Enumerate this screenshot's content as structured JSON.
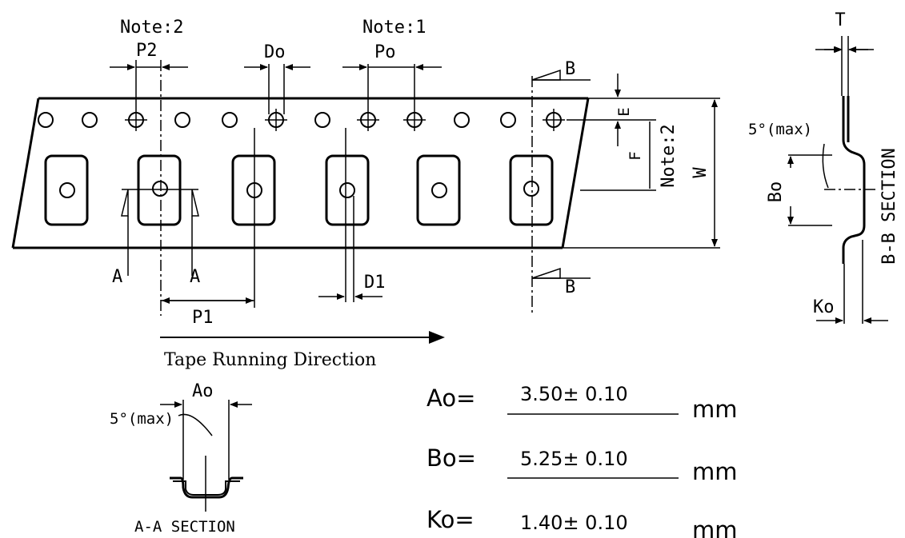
{
  "labels": {
    "note2_top": "Note:2",
    "note1_top": "Note:1",
    "p2": "P2",
    "do": "Do",
    "po": "Po",
    "b_top": "B",
    "b_bottom": "B",
    "e": "E",
    "f": "F",
    "note2_side": "Note:2",
    "w": "W",
    "a_left": "A",
    "a_right": "A",
    "d1": "D1",
    "p1": "P1",
    "tape_direction": "Tape Running Direction",
    "t": "T",
    "bb_angle": "5°(max)",
    "bo_side": "Bo",
    "bb_section": "B-B SECTION",
    "ko": "Ko",
    "ao_top": "Ao",
    "aa_angle": "5°(max)",
    "aa_section": "A-A SECTION"
  },
  "specs": [
    {
      "name": "Ao=",
      "value": "3.50± 0.10",
      "unit": "mm"
    },
    {
      "name": "Bo=",
      "value": "5.25± 0.10",
      "unit": "mm"
    },
    {
      "name": "Ko=",
      "value": "1.40± 0.10",
      "unit": "mm"
    }
  ]
}
